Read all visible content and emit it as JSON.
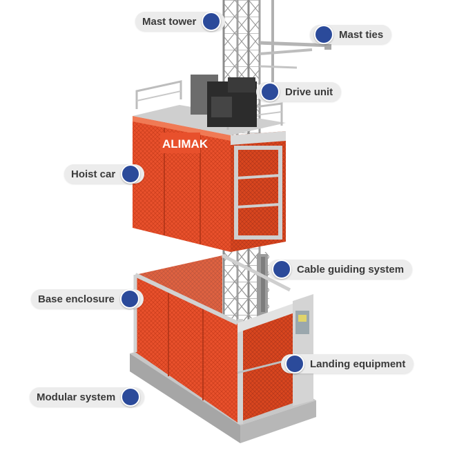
{
  "brand": {
    "name": "ALIMAK"
  },
  "colors": {
    "cage": "#e8502c",
    "mesh": "#c93d1c",
    "frame": "#c8c8c8",
    "callout_bg": "#ececec",
    "dot": "#2b4a9a",
    "text": "#3a3a3a"
  },
  "labels": [
    {
      "id": "mast-tower",
      "text": "Mast tower"
    },
    {
      "id": "mast-ties",
      "text": "Mast ties"
    },
    {
      "id": "drive-unit",
      "text": "Drive unit"
    },
    {
      "id": "hoist-car",
      "text": "Hoist car"
    },
    {
      "id": "cable-guiding-system",
      "text": "Cable guiding system"
    },
    {
      "id": "base-enclosure",
      "text": "Base enclosure"
    },
    {
      "id": "landing-equipment",
      "text": "Landing equipment"
    },
    {
      "id": "modular-system",
      "text": "Modular system"
    }
  ]
}
